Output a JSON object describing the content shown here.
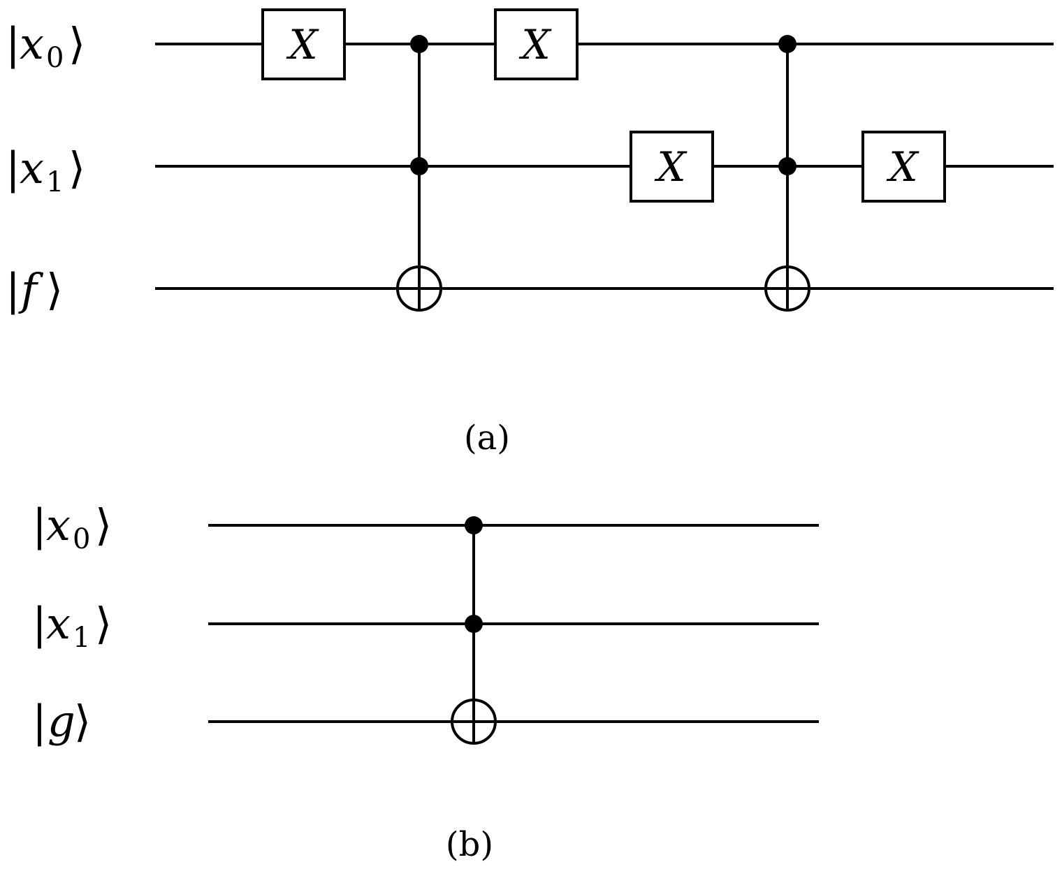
{
  "circuit_a": {
    "caption": "(a)",
    "qubits": [
      {
        "symbol": "x",
        "sub": "0"
      },
      {
        "symbol": "x",
        "sub": "1"
      },
      {
        "symbol": "f",
        "sub": ""
      }
    ],
    "gate_label": "X"
  },
  "circuit_b": {
    "caption": "(b)",
    "qubits": [
      {
        "symbol": "x",
        "sub": "0"
      },
      {
        "symbol": "x",
        "sub": "1"
      },
      {
        "symbol": "g",
        "sub": ""
      }
    ]
  }
}
